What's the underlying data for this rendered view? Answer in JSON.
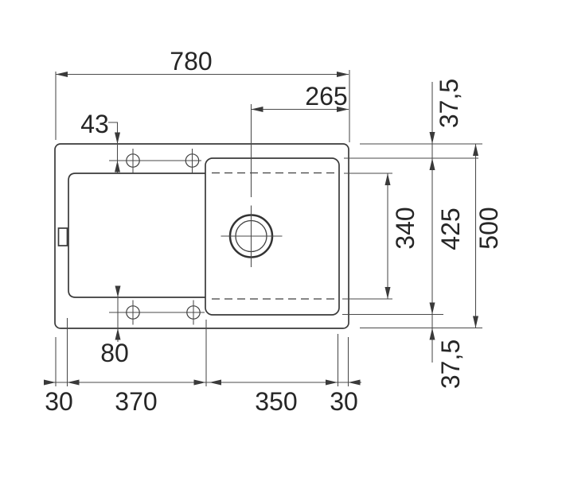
{
  "dimensions": {
    "overall_width": "780",
    "drain_center_from_right": "265",
    "tap_holes_from_top_edge": "43",
    "tap_holes_from_bottom_edge": "80",
    "bottom": {
      "left_rim": "30",
      "drainer_width": "370",
      "bowl_width": "350",
      "right_rim": "30"
    },
    "right": {
      "top_rim": "37,5",
      "bowl_inner_depth": "340",
      "bowl_depth": "425",
      "overall_depth": "500",
      "bottom_rim": "37,5"
    }
  },
  "colors": {
    "background": "#ffffff",
    "outline": "#3a3a3a",
    "dimension_line": "#4a4a4a",
    "text": "#262626"
  }
}
